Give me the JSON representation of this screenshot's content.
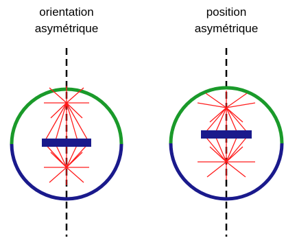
{
  "panels": [
    {
      "label_lines": [
        "orientation",
        "asymétrique"
      ]
    },
    {
      "label_lines": [
        "position",
        "asymétrique"
      ]
    }
  ],
  "colors": {
    "upper_cortex": "#1a9a2a",
    "lower_cortex": "#1a1a8c",
    "spindle": "#ff1a1a",
    "plate": "#1a1a8c",
    "axis": "#000000"
  }
}
